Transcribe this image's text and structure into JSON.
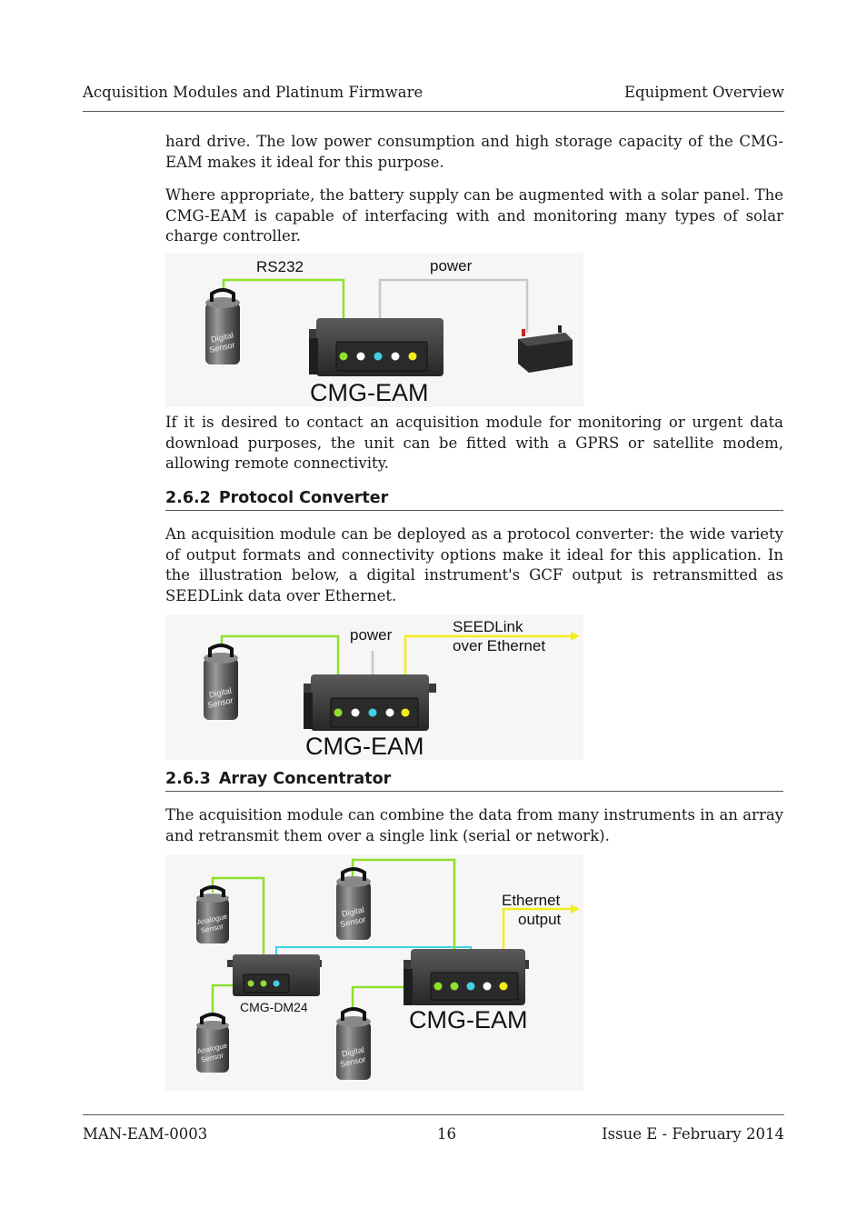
{
  "header": {
    "left": "Acquisition Modules and Platinum Firmware",
    "right": "Equipment Overview"
  },
  "paragraphs": {
    "p1": "hard drive.  The low power consumption and high storage capacity of the CMG-EAM makes it ideal for this purpose.",
    "p2": "Where appropriate, the battery supply can be augmented with a solar panel. The CMG-EAM is capable of interfacing with and monitoring many types of solar charge controller.",
    "p3": "If it is desired to contact an acquisition module for monitoring or urgent data download purposes, the unit can be fitted with a GPRS or satellite modem, allowing remote connectivity.",
    "p4": "An acquisition module can be deployed as a protocol converter: the wide variety of output formats and connectivity options make it ideal for this application.  In the illustration below, a digital instrument's GCF output is retransmitted as SEEDLink data over Ethernet.",
    "p5": "The acquisition module can combine the data from many instruments in an array and retransmit them over a single link (serial or network)."
  },
  "sections": {
    "s1": {
      "number": "2.6.2",
      "title": "Protocol Converter"
    },
    "s2": {
      "number": "2.6.3",
      "title": "Array Concentrator"
    }
  },
  "figures": {
    "fig1": {
      "rs232": "RS232",
      "power": "power",
      "unit": "CMG-EAM",
      "sensor_l1": "Digital",
      "sensor_l2": "Sensor"
    },
    "fig2": {
      "power": "power",
      "seedlink_l1": "SEEDLink",
      "seedlink_l2": "over Ethernet",
      "unit": "CMG-EAM",
      "sensor_l1": "Digital",
      "sensor_l2": "Sensor"
    },
    "fig3": {
      "eth_l1": "Ethernet",
      "eth_l2": "output",
      "unit": "CMG-EAM",
      "dm24": "CMG-DM24",
      "analogue_l1": "Analogue",
      "analogue_l2": "Sensor",
      "digital_l1": "Digital",
      "digital_l2": "Sensor"
    }
  },
  "colors": {
    "green_cable": "#8fe02a",
    "yellow_cable": "#f2ee1c",
    "cyan_cable": "#3fd0e8",
    "grey_cable": "#c8c8c8"
  },
  "footer": {
    "left": "MAN-EAM-0003",
    "center": "16",
    "right": "Issue E  - February 2014"
  }
}
